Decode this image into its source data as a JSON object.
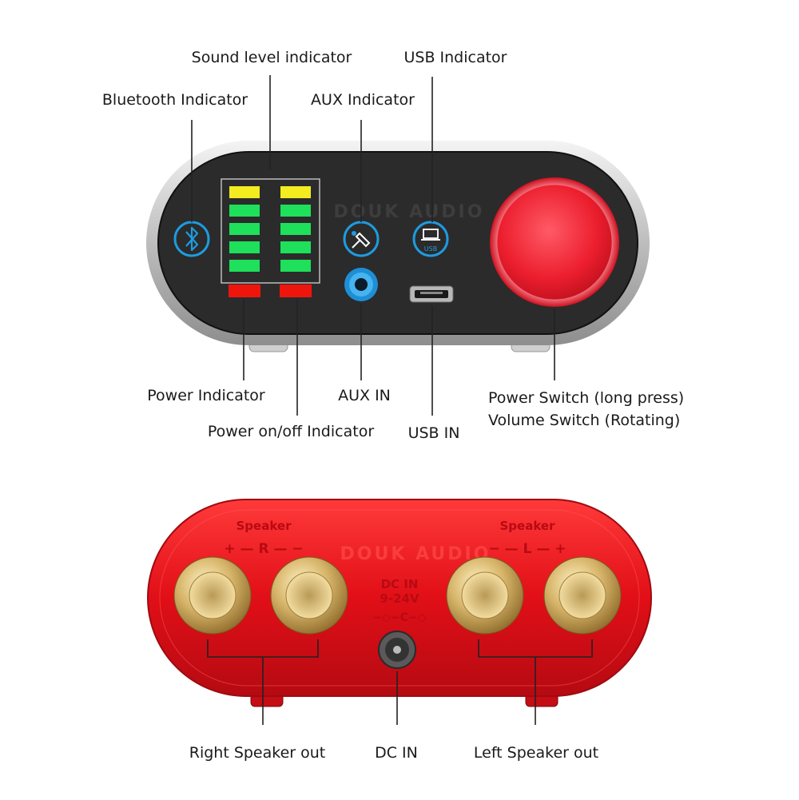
{
  "colors": {
    "panel_black": "#2a2a2a",
    "knob_red": "#e8202e",
    "body_red": "#e3121c",
    "ring_blue": "#1e9be0",
    "brass": "#c9a55a",
    "meter_yellow": "#f2ec20",
    "meter_green": "#1ee05a",
    "meter_red": "#f0150c"
  },
  "icons": {
    "bluetooth": "bluetooth-icon",
    "aux": "aux-cable-icon",
    "usb": "usb-computer-icon"
  },
  "front": {
    "watermark": "DOUK AUDIO",
    "usb_icon_text": "USB",
    "labels": {
      "sound_level": "Sound level indicator",
      "usb_indicator": "USB Indicator",
      "bluetooth_indicator": "Bluetooth Indicator",
      "aux_indicator": "AUX Indicator",
      "power_indicator": "Power  Indicator",
      "aux_in": "AUX IN",
      "power_onoff": "Power on/off  Indicator",
      "usb_in": "USB IN",
      "power_switch": "Power Switch (long press)",
      "volume_switch": "Volume Switch (Rotating)"
    }
  },
  "back": {
    "watermark": "DOUK AUDIO",
    "right_speaker_title": "Speaker",
    "right_speaker_marks": "+ — R — −",
    "left_speaker_title": "Speaker",
    "left_speaker_marks": "− — L — +",
    "dc_line1": "DC IN",
    "dc_line2": "9-24V",
    "dc_polarity": "−◇−C−◇",
    "labels": {
      "right_speaker_out": "Right Speaker out",
      "dc_in": "DC IN",
      "left_speaker_out": "Left Speaker out"
    }
  }
}
